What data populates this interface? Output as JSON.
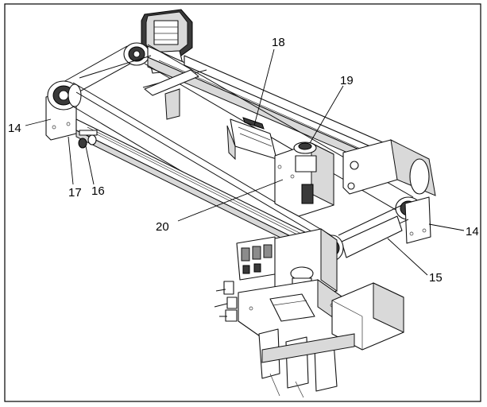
{
  "figure": {
    "labels": [
      {
        "id": "label-14-left",
        "text": "14"
      },
      {
        "id": "label-17",
        "text": "17"
      },
      {
        "id": "label-16",
        "text": "16"
      },
      {
        "id": "label-18",
        "text": "18"
      },
      {
        "id": "label-19",
        "text": "19"
      },
      {
        "id": "label-20",
        "text": "20"
      },
      {
        "id": "label-14-right",
        "text": "14"
      },
      {
        "id": "label-15",
        "text": "15"
      }
    ]
  }
}
